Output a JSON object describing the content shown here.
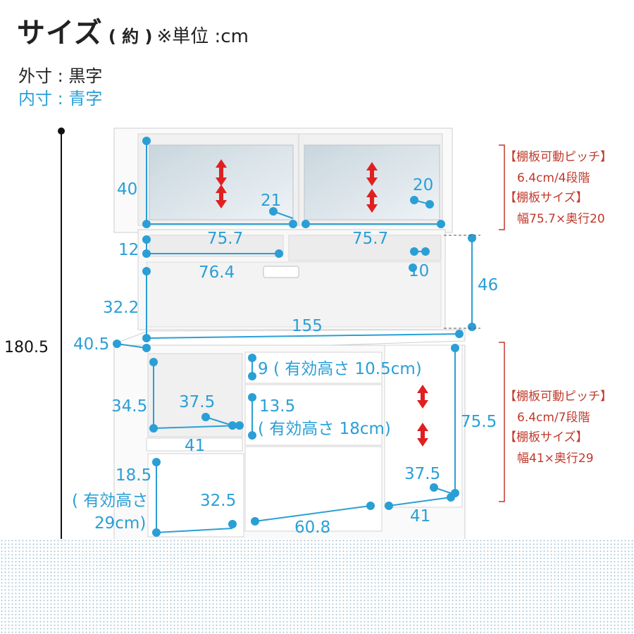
{
  "title": {
    "main": "サイズ",
    "sub": "( 約 )",
    "unit": "※単位 :cm"
  },
  "legend": {
    "outer": "外寸 : 黒字",
    "inner": "内寸 : 青字"
  },
  "colors": {
    "blue": "#2a9fd6",
    "red_bracket": "#c0392b",
    "arrow_red": "#e02020",
    "black": "#111111"
  },
  "dimensions": {
    "total_height": "180.5",
    "upper_door_h": "40",
    "upper_shelf_depth_l": "21",
    "upper_shelf_depth_r": "20",
    "upper_w_l": "75.7",
    "upper_w_r": "75.7",
    "open_upper_h": "12",
    "open_upper_depth": "10",
    "counter_w": "76.4",
    "counter_h": "32.2",
    "mid_h_total": "46",
    "counter_full_w": "155",
    "counter_depth": "40.5",
    "drawer1": "9 ( 有効高さ 10.5cm)",
    "left_niche_h": "34.5",
    "left_niche_d": "37.5",
    "left_niche_w": "41",
    "drawer2_h": "13.5",
    "drawer2_eff": "( 有効高さ 18cm)",
    "right_cab_h": "75.5",
    "right_cab_d": "37.5",
    "right_cab_w": "41",
    "left_bottom_h": "18.5",
    "left_bottom_eff1": "( 有効高さ",
    "left_bottom_eff2": "29cm)",
    "left_bottom_d": "32.5",
    "center_bottom_w": "60.8"
  },
  "notes": {
    "upper": [
      "【棚板可動ピッチ】",
      "6.4cm/4段階",
      "【棚板サイズ】",
      "幅75.7×奥行20"
    ],
    "lower": [
      "【棚板可動ピッチ】",
      "6.4cm/7段階",
      "【棚板サイズ】",
      "幅41×奥行29"
    ]
  }
}
